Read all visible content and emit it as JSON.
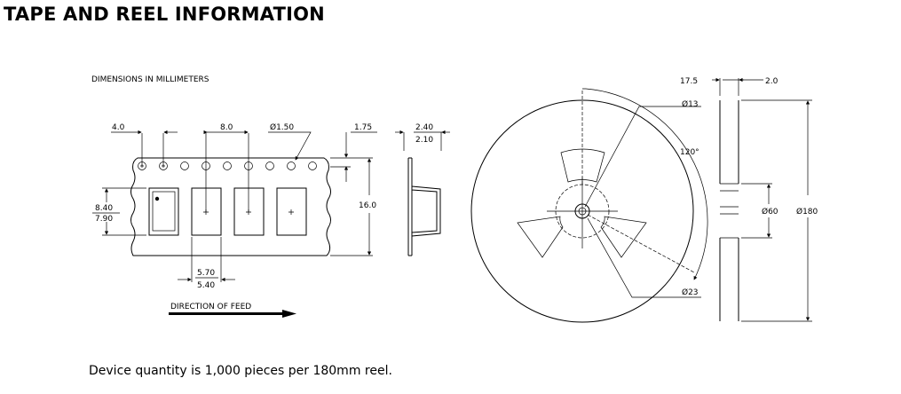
{
  "title": "TAPE AND REEL INFORMATION",
  "tape": {
    "dimensions_note": "DIMENSIONS IN MILLIMETERS",
    "hole_pitch": "4.0",
    "pocket_pitch": "8.0",
    "hole_diameter": "Ø1.50",
    "hole_offset": "1.75",
    "tape_width": "16.0",
    "pocket_length_max": "8.40",
    "pocket_length_min": "7.90",
    "pocket_width_max": "5.70",
    "pocket_width_min": "5.40",
    "depth_max": "2.40",
    "depth_min": "2.10",
    "feed_direction": "DIRECTION OF FEED"
  },
  "reel": {
    "hub_hole": "Ø13",
    "angle": "120°",
    "hub_diameter": "Ø23",
    "width": "17.5",
    "flange_thickness": "2.0",
    "core_diameter": "Ø60",
    "reel_diameter": "Ø180"
  },
  "footer": "Device quantity is 1,000 pieces per 180mm reel."
}
